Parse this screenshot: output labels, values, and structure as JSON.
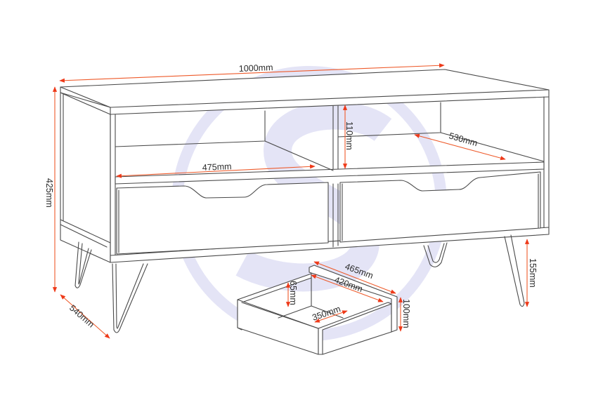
{
  "diagram": {
    "subject": "TV unit with 2 open shelves, 2 drawers and hairpin legs",
    "colors": {
      "outline": "#4a4a4a",
      "dimension_arrow": "#ee5a2a",
      "label_text": "#2b2b2b",
      "watermark": "#e4e4f6",
      "background": "#ffffff"
    },
    "watermark": {
      "glyph": "S",
      "shape": "circle"
    },
    "dimensions": {
      "width": "1000mm",
      "height": "425mm",
      "depth": "540mm",
      "shelf_width": "475mm",
      "shelf_height": "110mm",
      "shelf_depth": "530mm",
      "leg_height": "155mm",
      "drawer_front_width": "465mm",
      "drawer_inner_width": "420mm",
      "drawer_inner_depth": "350mm",
      "drawer_inner_height": "65mm",
      "drawer_front_height": "100mm"
    }
  }
}
